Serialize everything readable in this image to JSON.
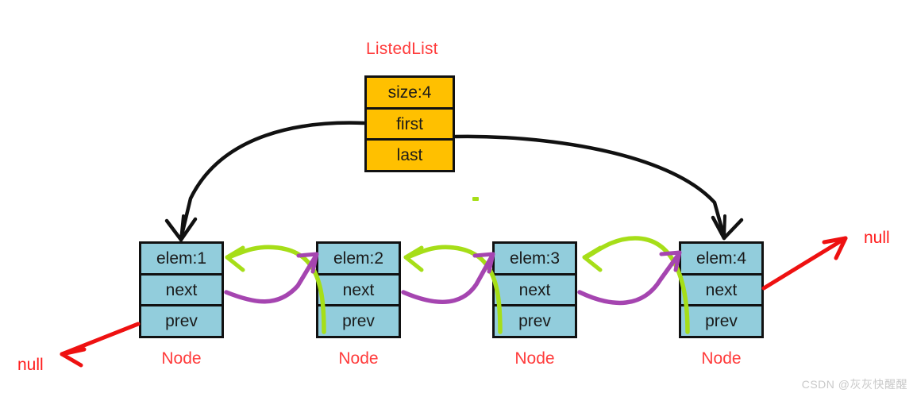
{
  "diagram": {
    "title": "ListedList",
    "watermark": "CSDN @灰灰快醒醒",
    "colors": {
      "header_fill": "#FFC000",
      "node_fill": "#92CDDC",
      "stroke": "#111111",
      "label_red": "#FF3B3B",
      "null_red": "#FF1B1B",
      "next_arrow": "#A6DE18",
      "prev_arrow": "#A545B0",
      "pointer_arrow": "#111111"
    }
  },
  "header_box": {
    "name": "ListedList",
    "fields": [
      {
        "label": "size:4"
      },
      {
        "label": "first"
      },
      {
        "label": "last"
      }
    ]
  },
  "nodes": [
    {
      "label": "Node",
      "fields": [
        {
          "label": "elem:1"
        },
        {
          "label": "next"
        },
        {
          "label": "prev"
        }
      ]
    },
    {
      "label": "Node",
      "fields": [
        {
          "label": "elem:2"
        },
        {
          "label": "next"
        },
        {
          "label": "prev"
        }
      ]
    },
    {
      "label": "Node",
      "fields": [
        {
          "label": "elem:3"
        },
        {
          "label": "next"
        },
        {
          "label": "prev"
        }
      ]
    },
    {
      "label": "Node",
      "fields": [
        {
          "label": "elem:4"
        },
        {
          "label": "next"
        },
        {
          "label": "prev"
        }
      ]
    }
  ],
  "null_labels": {
    "head_prev": "null",
    "tail_next": "null"
  }
}
